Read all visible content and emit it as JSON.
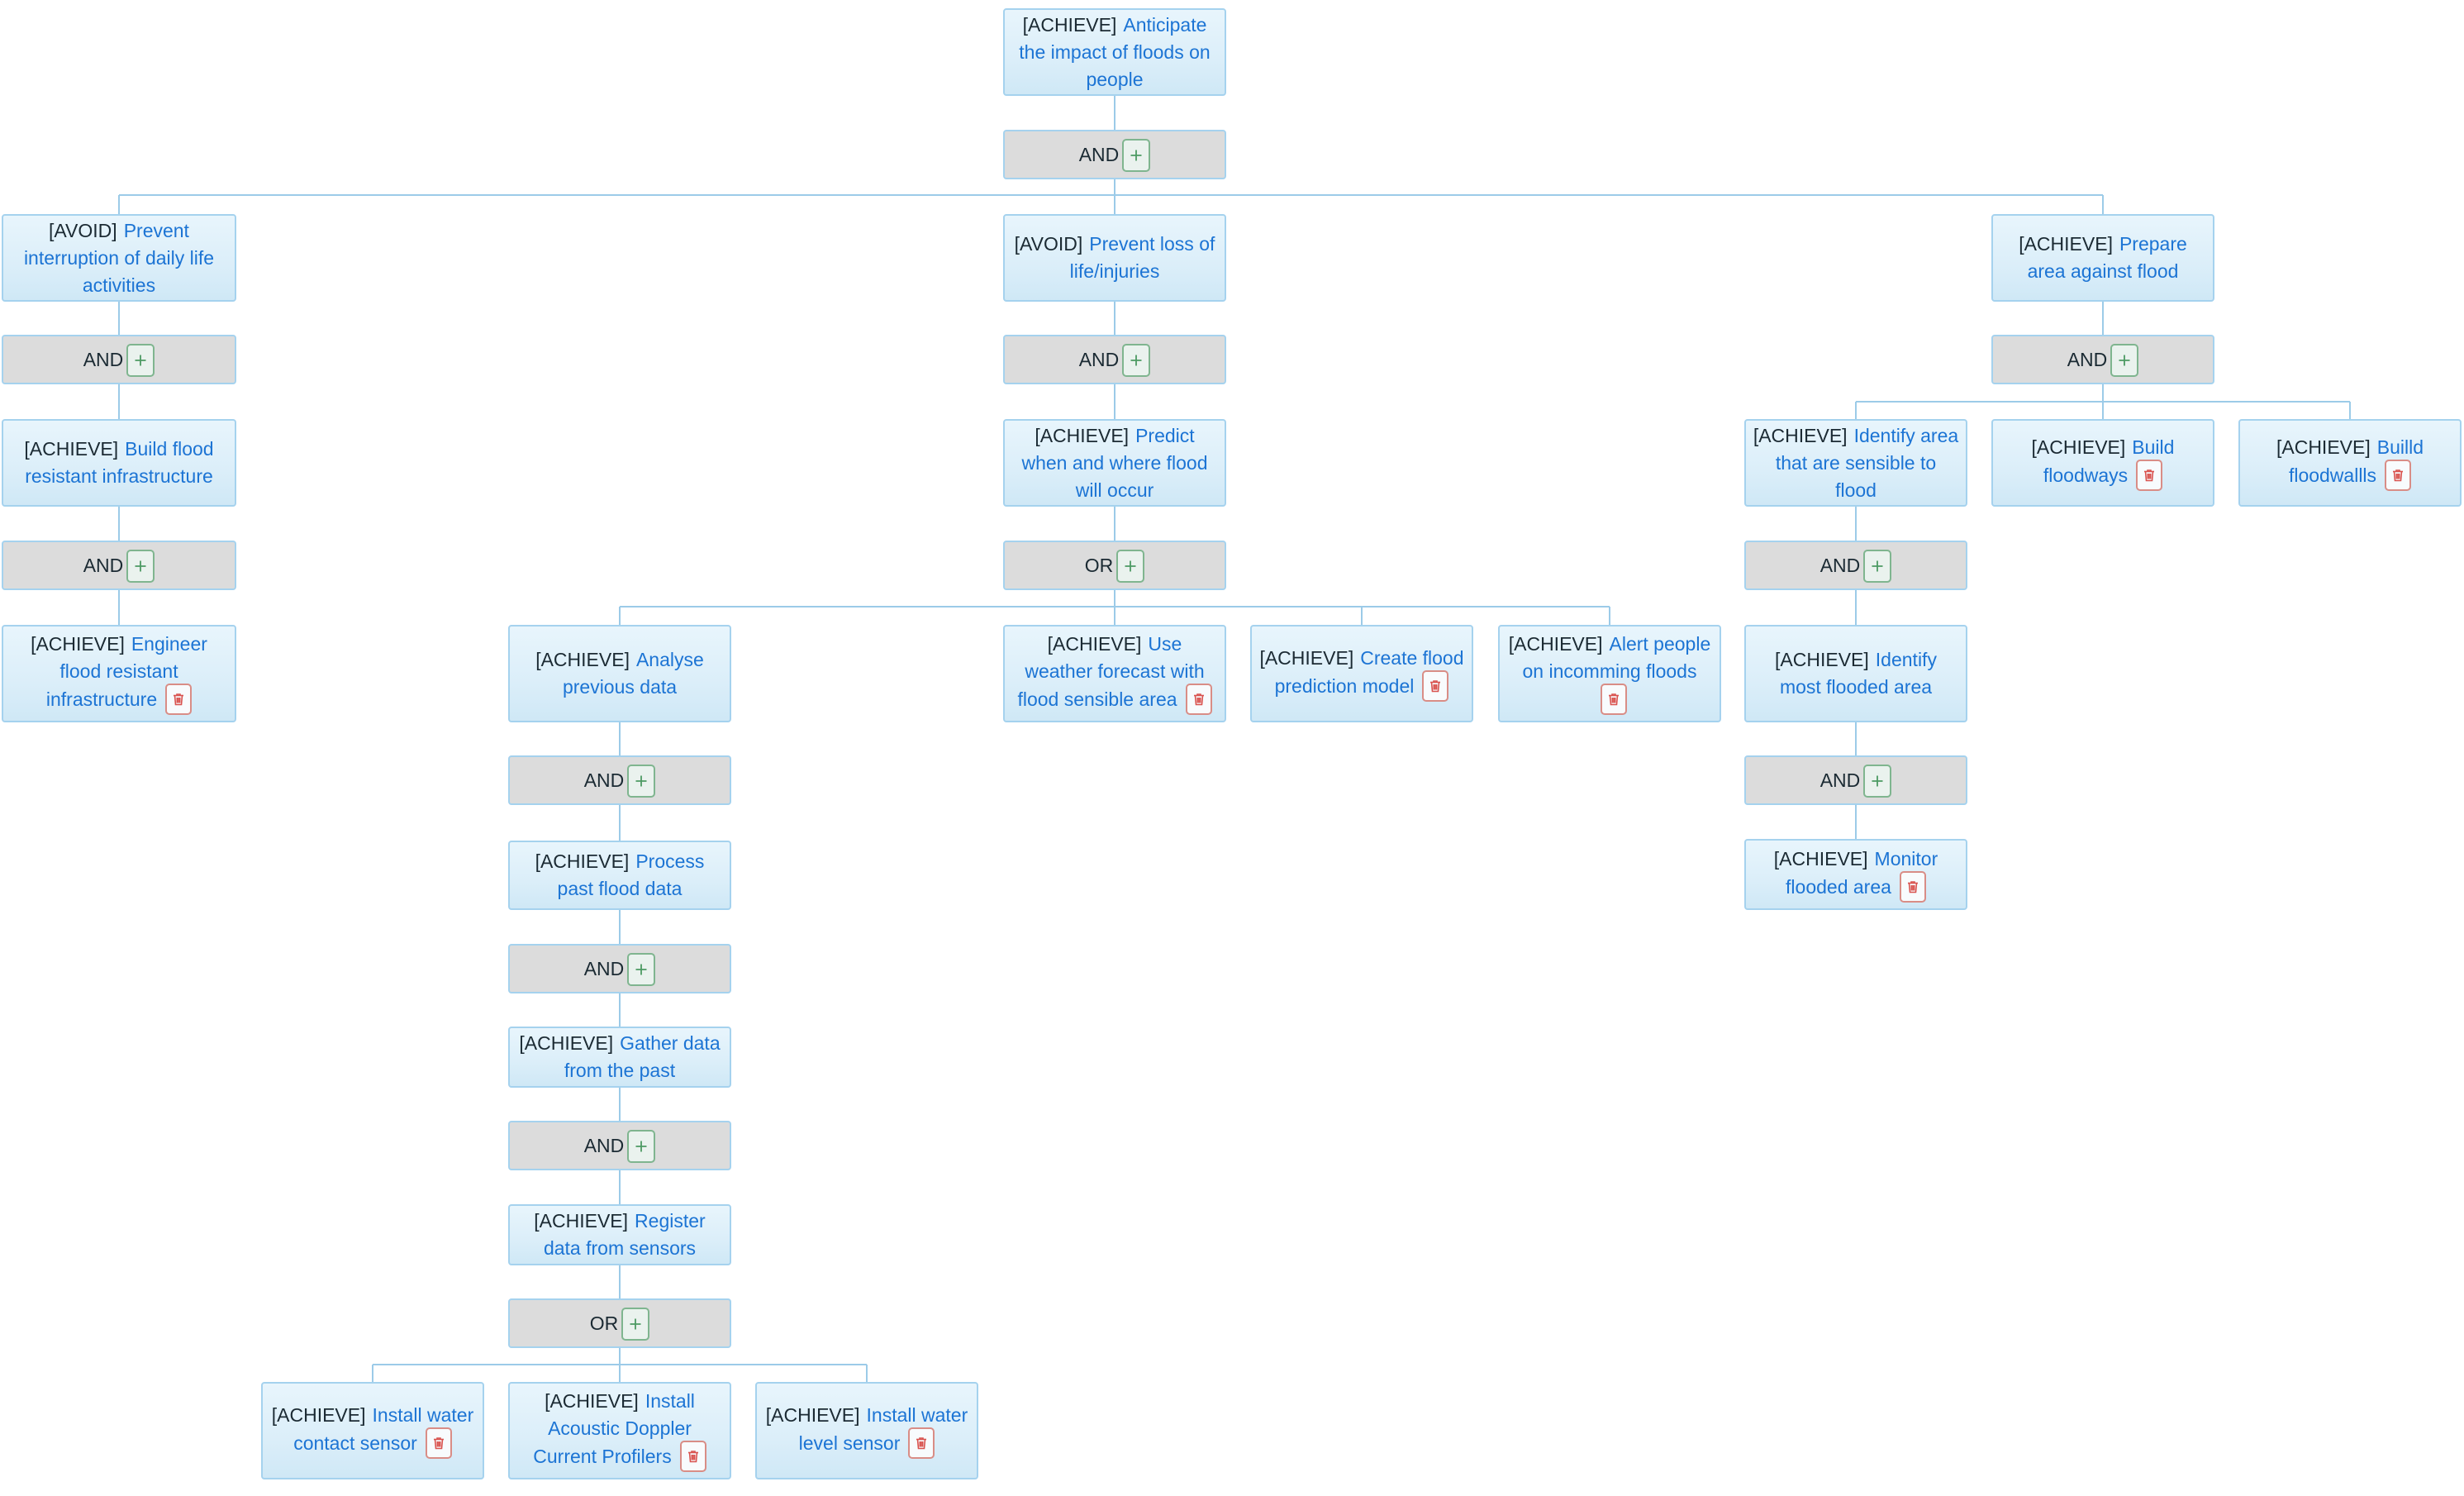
{
  "operator_labels": {
    "and": "AND",
    "or": "OR"
  },
  "icons": {
    "add": "plus-icon",
    "delete": "trash-icon"
  },
  "colors": {
    "title": "#1c74d4",
    "border": "#a5d2ee",
    "operator_bg": "#dcdcdc",
    "delete": "#d9534f",
    "add": "#4c9a63"
  },
  "goals": {
    "root": {
      "type": "[ACHIEVE]",
      "title": "Anticipate the impact of floods on people"
    },
    "interruption": {
      "type": "[AVOID]",
      "title": "Prevent interruption of daily life activities"
    },
    "build_infra": {
      "type": "[ACHIEVE]",
      "title": "Build flood resistant infrastructure"
    },
    "engineer": {
      "type": "[ACHIEVE]",
      "title": "Engineer flood resistant infrastructure"
    },
    "loss": {
      "type": "[AVOID]",
      "title": "Prevent loss of life/injuries"
    },
    "predict": {
      "type": "[ACHIEVE]",
      "title": "Predict when and where flood will occur"
    },
    "analyse": {
      "type": "[ACHIEVE]",
      "title": "Analyse previous data"
    },
    "process": {
      "type": "[ACHIEVE]",
      "title": "Process past flood data"
    },
    "gather": {
      "type": "[ACHIEVE]",
      "title": "Gather data from the past"
    },
    "register": {
      "type": "[ACHIEVE]",
      "title": "Register data from sensors"
    },
    "contact": {
      "type": "[ACHIEVE]",
      "title": "Install water contact sensor"
    },
    "doppler": {
      "type": "[ACHIEVE]",
      "title": "Install Acoustic Doppler Current Profilers"
    },
    "level": {
      "type": "[ACHIEVE]",
      "title": "Install water level sensor"
    },
    "weather": {
      "type": "[ACHIEVE]",
      "title": "Use weather forecast with flood sensible area"
    },
    "model": {
      "type": "[ACHIEVE]",
      "title": "Create flood prediction model"
    },
    "alert": {
      "type": "[ACHIEVE]",
      "title": "Alert people on incomming floods"
    },
    "prepare": {
      "type": "[ACHIEVE]",
      "title": "Prepare area against flood"
    },
    "identify": {
      "type": "[ACHIEVE]",
      "title": "Identify area that are sensible to flood"
    },
    "most": {
      "type": "[ACHIEVE]",
      "title": "Identify most flooded area"
    },
    "monitor": {
      "type": "[ACHIEVE]",
      "title": "Monitor flooded area"
    },
    "floodways": {
      "type": "[ACHIEVE]",
      "title": "Build floodways"
    },
    "floodwalls": {
      "type": "[ACHIEVE]",
      "title": "Builld floodwallls"
    }
  },
  "operators": {
    "op_root": "AND",
    "op_interruption": "AND",
    "op_build_infra": "AND",
    "op_loss": "AND",
    "op_predict": "OR",
    "op_analyse": "AND",
    "op_process": "AND",
    "op_gather": "AND",
    "op_register": "OR",
    "op_prepare": "AND",
    "op_identify": "AND",
    "op_most": "AND"
  }
}
